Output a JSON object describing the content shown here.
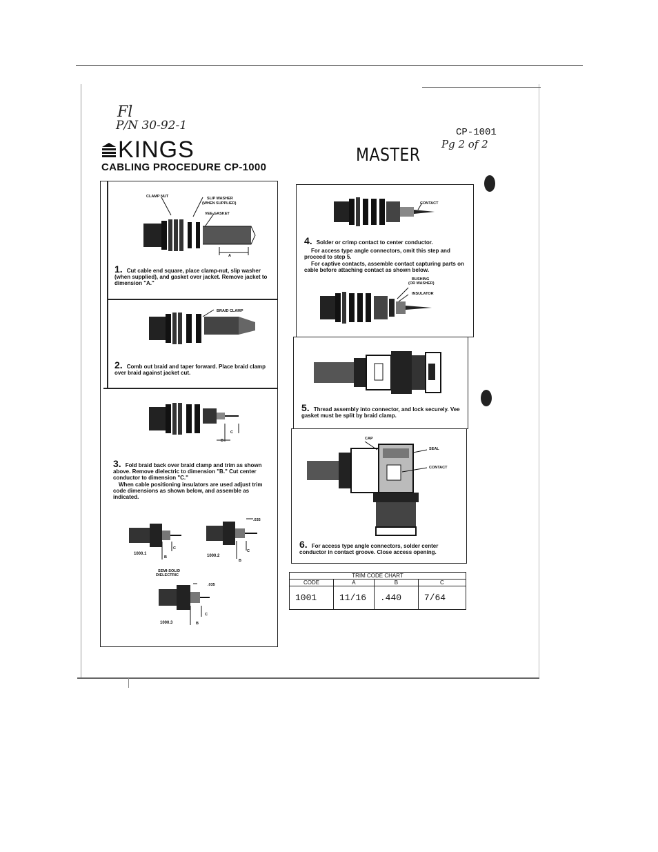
{
  "header": {
    "hand_note_1": "Fl",
    "hand_note_2": "P/N 30-92-1",
    "doc_code": "CP-1001",
    "page_note": "Pg 2 of 2",
    "logo": "KINGS",
    "title": "CABLING PROCEDURE CP-1000",
    "stamp": "MASTER"
  },
  "steps": [
    {
      "num": "1.",
      "text": "Cut cable end square, place clamp-nut, slip washer (when supplied), and gasket over jacket. Remove jacket to dimension \"A.\"",
      "labels": {
        "clamp_nut": "CLAMP NUT",
        "slip_washer": "SLIP WASHER",
        "when_supplied": "(WHEN SUPPLIED)",
        "vee_gasket": "VEE-GASKET",
        "dim_a": "A"
      }
    },
    {
      "num": "2.",
      "text": "Comb out braid and taper forward. Place braid clamp over braid against jacket cut.",
      "labels": {
        "braid_clamp": "BRAID CLAMP"
      }
    },
    {
      "num": "3.",
      "text": "Fold braid back over braid clamp and trim as shown above. Remove dielectric to dimension \"B.\" Cut center conductor to dimension \"C.\"",
      "text2": "When cable positioning insulators are used adjust trim code dimensions as shown below, and assemble as indicated.",
      "labels": {
        "dim_b": "B",
        "dim_c": "C",
        "v1": "1000.1",
        "v2": "1000.2",
        "v3": "1000.3",
        "dim_035": ".035",
        "semi": "SEMI-SOLID",
        "dielectric": "DIELECTRIC"
      }
    },
    {
      "num": "4.",
      "text": "Solder or crimp contact to center conductor.",
      "text2": "For access type angle connectors, omit this step and proceed to step 5.",
      "text3": "For captive contacts, assemble contact capturing parts on cable before attaching contact as shown below.",
      "labels": {
        "contact": "CONTACT",
        "bushing": "BUSHING",
        "or_washer": "(OR WASHER)",
        "insulator": "INSULATOR"
      }
    },
    {
      "num": "5.",
      "text": "Thread assembly into connector, and lock securely. Vee gasket must be split by braid clamp."
    },
    {
      "num": "6.",
      "text": "For access type angle connectors, solder center conductor in contact groove. Close access opening.",
      "labels": {
        "cap": "CAP",
        "seal": "SEAL",
        "contact": "CONTACT"
      }
    }
  ],
  "trim_chart": {
    "title": "TRIM CODE CHART",
    "headers": [
      "CODE",
      "A",
      "B",
      "C"
    ],
    "row": [
      "1001",
      "11/16",
      ".440",
      "7/64"
    ]
  }
}
